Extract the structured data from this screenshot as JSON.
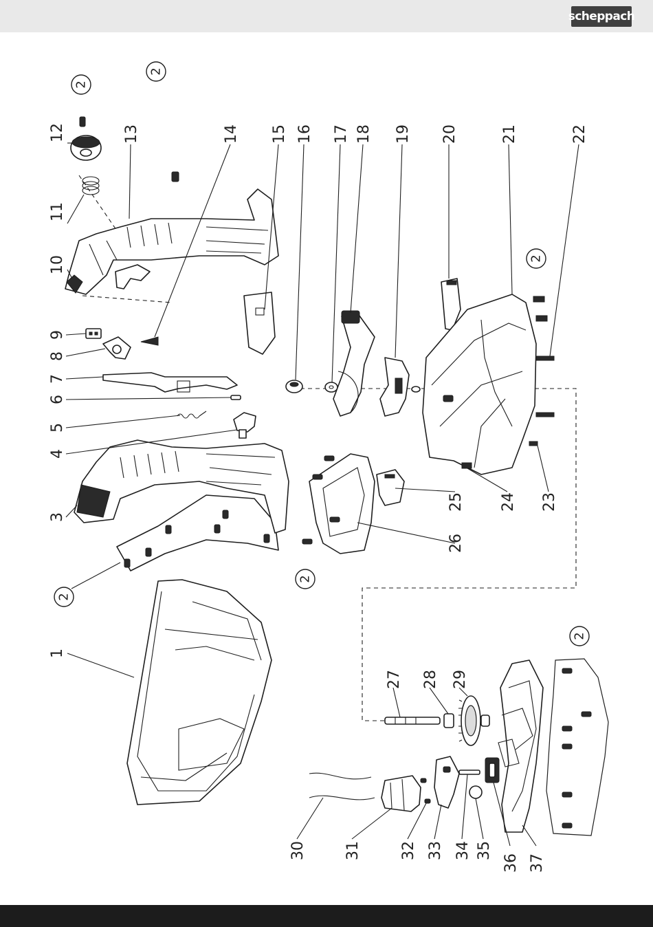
{
  "header": {
    "brand": "scheppach"
  },
  "diagram": {
    "callouts": [
      {
        "id": "c1",
        "label": "1"
      },
      {
        "id": "c3",
        "label": "3"
      },
      {
        "id": "c4",
        "label": "4"
      },
      {
        "id": "c5",
        "label": "5"
      },
      {
        "id": "c6",
        "label": "6"
      },
      {
        "id": "c7",
        "label": "7"
      },
      {
        "id": "c8",
        "label": "8"
      },
      {
        "id": "c9",
        "label": "9"
      },
      {
        "id": "c10",
        "label": "10"
      },
      {
        "id": "c11",
        "label": "11"
      },
      {
        "id": "c12",
        "label": "12"
      },
      {
        "id": "c13",
        "label": "13"
      },
      {
        "id": "c14",
        "label": "14"
      },
      {
        "id": "c15",
        "label": "15"
      },
      {
        "id": "c16",
        "label": "16"
      },
      {
        "id": "c17",
        "label": "17"
      },
      {
        "id": "c18",
        "label": "18"
      },
      {
        "id": "c19",
        "label": "19"
      },
      {
        "id": "c20",
        "label": "20"
      },
      {
        "id": "c21",
        "label": "21"
      },
      {
        "id": "c22",
        "label": "22"
      },
      {
        "id": "c23",
        "label": "23"
      },
      {
        "id": "c24",
        "label": "24"
      },
      {
        "id": "c25",
        "label": "25"
      },
      {
        "id": "c26",
        "label": "26"
      },
      {
        "id": "c27",
        "label": "27"
      },
      {
        "id": "c28",
        "label": "28"
      },
      {
        "id": "c29",
        "label": "29"
      },
      {
        "id": "c30",
        "label": "30"
      },
      {
        "id": "c31",
        "label": "31"
      },
      {
        "id": "c32",
        "label": "32"
      },
      {
        "id": "c33",
        "label": "33"
      },
      {
        "id": "c34",
        "label": "34"
      },
      {
        "id": "c35",
        "label": "35"
      },
      {
        "id": "c36",
        "label": "36"
      },
      {
        "id": "c37",
        "label": "37"
      }
    ],
    "screw_marker": "2"
  }
}
